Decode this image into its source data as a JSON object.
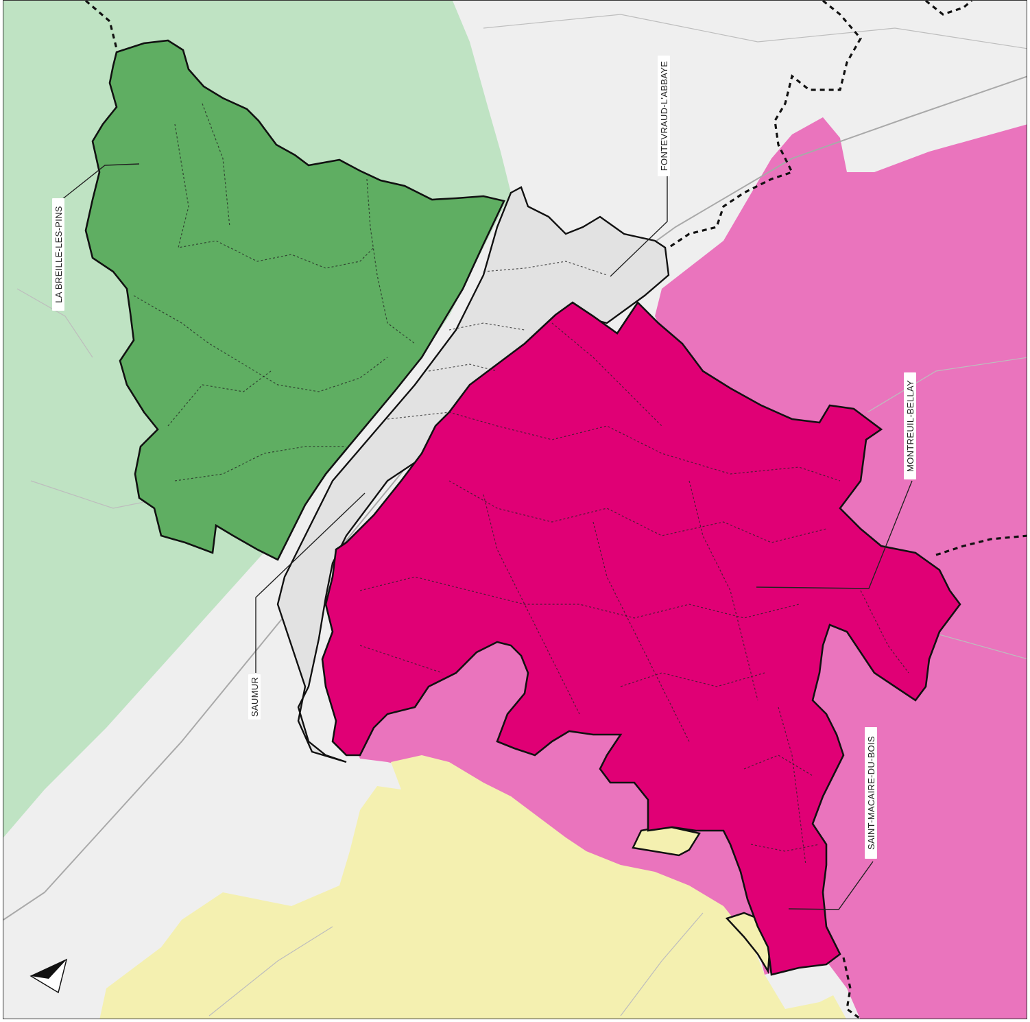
{
  "map": {
    "colors": {
      "background": "#efefef",
      "zone_green_light": "#bfe3c3",
      "zone_green_dark": "#5fae62",
      "zone_pink_light": "#ea74bd",
      "zone_magenta": "#e00075",
      "zone_yellow": "#f4f0b0",
      "zone_grey": "#e2e2e2",
      "boundary": "#111111"
    },
    "labels": {
      "breille": "LA BREILLE-LES-PINS",
      "fontevraud": "FONTEVRAUD-L'ABBAYE",
      "montreuil": "MONTREUIL-BELLAY",
      "saumur": "SAUMUR",
      "saint_macaire": "SAINT-MACAIRE-DU-BOIS"
    },
    "north_arrow_icon": "north-arrow-icon"
  }
}
